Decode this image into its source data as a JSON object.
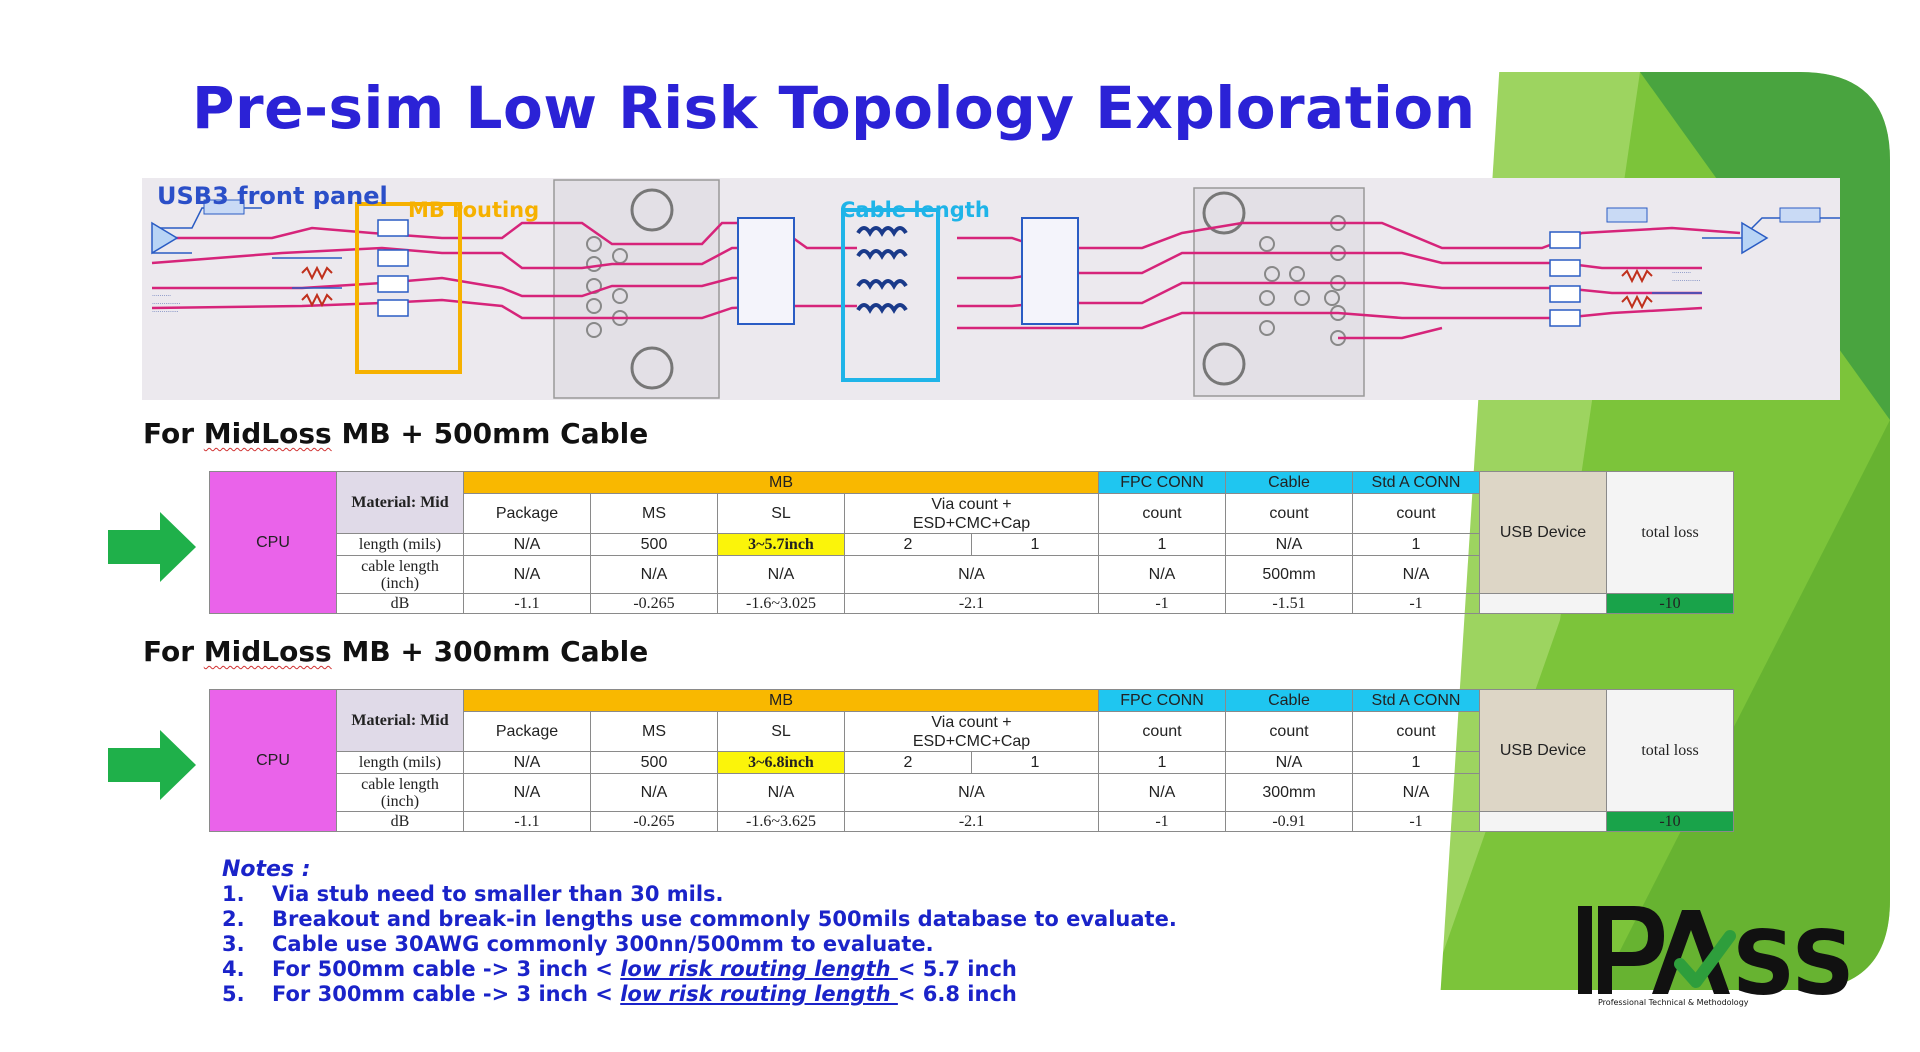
{
  "title": "Pre-sim Low Risk Topology Exploration",
  "schematic": {
    "label_panel": "USB3 front panel",
    "label_mb": "MB routing",
    "label_cable": "Cable length"
  },
  "sections": [
    {
      "title_pre": "For ",
      "title_underlined": "MidLoss",
      "title_post": " MB + 500mm Cable",
      "cpu": "CPU",
      "material": "Material: Mid",
      "mb": "MB",
      "fpc": "FPC CONN",
      "cable": "Cable",
      "stda": "Std A CONN",
      "usb_device": "USB Device",
      "total_loss": "total loss",
      "col_package": "Package",
      "col_ms": "MS",
      "col_sl": "SL",
      "col_via_1": "Via count +",
      "col_via_2": "ESD+CMC+Cap",
      "col_count": "count",
      "row_length": "length (mils)",
      "row_cable_1": "cable length",
      "row_cable_2": "(inch)",
      "row_db": "dB",
      "length": [
        "N/A",
        "500",
        "3~5.7inch",
        "2",
        "1",
        "1",
        "N/A",
        "1"
      ],
      "cable_len": [
        "N/A",
        "N/A",
        "N/A",
        "N/A",
        "N/A",
        "500mm",
        "N/A"
      ],
      "db": [
        "-1.1",
        "-0.265",
        "-1.6~3.025",
        "-2.1",
        "-1",
        "-1.51",
        "-1"
      ],
      "total": "-10"
    },
    {
      "title_pre": "For ",
      "title_underlined": "MidLoss",
      "title_post": " MB + 300mm Cable",
      "cpu": "CPU",
      "material": "Material: Mid",
      "mb": "MB",
      "fpc": "FPC CONN",
      "cable": "Cable",
      "stda": "Std A CONN",
      "usb_device": "USB Device",
      "total_loss": "total loss",
      "col_package": "Package",
      "col_ms": "MS",
      "col_sl": "SL",
      "col_via_1": "Via count +",
      "col_via_2": "ESD+CMC+Cap",
      "col_count": "count",
      "row_length": "length (mils)",
      "row_cable_1": "cable length",
      "row_cable_2": "(inch)",
      "row_db": "dB",
      "length": [
        "N/A",
        "500",
        "3~6.8inch",
        "2",
        "1",
        "1",
        "N/A",
        "1"
      ],
      "cable_len": [
        "N/A",
        "N/A",
        "N/A",
        "N/A",
        "N/A",
        "300mm",
        "N/A"
      ],
      "db": [
        "-1.1",
        "-0.265",
        "-1.6~3.625",
        "-2.1",
        "-1",
        "-0.91",
        "-1"
      ],
      "total": "-10"
    }
  ],
  "notes": {
    "heading": "Notes :",
    "items": [
      {
        "num": "1.",
        "text": "Via stub need to smaller than 30 mils."
      },
      {
        "num": "2.",
        "text": "Breakout and break-in lengths use commonly 500mils database to evaluate."
      },
      {
        "num": "3.",
        "text": "Cable use 30AWG commonly 300nn/500mm to evaluate."
      },
      {
        "num": "4.",
        "pre": "For 500mm cable -> 3 inch < ",
        "u": "low risk routing length ",
        "post": "< 5.7 inch"
      },
      {
        "num": "5.",
        "pre": "For 300mm cable -> 3 inch < ",
        "u": "low risk routing length ",
        "post": "< 6.8 inch"
      }
    ]
  },
  "logo": {
    "text": "PASS",
    "tagline": "Professional Technical & Methodology",
    "green": "#2e9e3c"
  },
  "colors": {
    "title": "#2b22d6",
    "mb_header": "#f9b800",
    "blue_header": "#1fc6f0",
    "cpu": "#ea63ea",
    "highlight": "#fbf40a",
    "total": "#19a34a",
    "arrow": "#1fb04a",
    "frame_green": "#7cc43a"
  }
}
